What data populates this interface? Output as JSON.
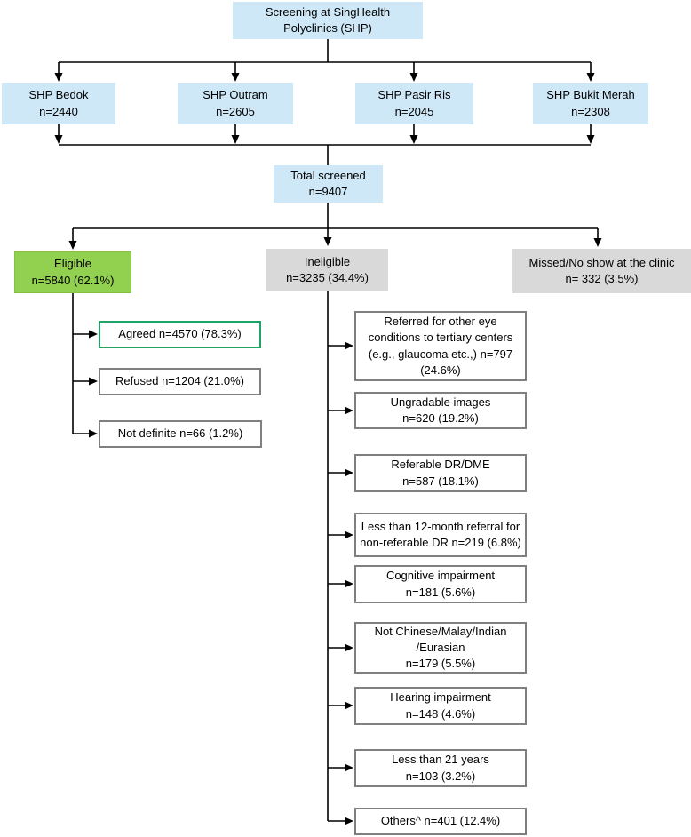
{
  "colors": {
    "lightblue": "#cfe8f7",
    "green_fill": "#92d050",
    "green_edge": "#84bf47",
    "gray_fill": "#d9d9d9",
    "outline_gray": "#7f7f7f",
    "agreed_border": "#21a366",
    "line": "#000000"
  },
  "diagram": {
    "root": {
      "text": "Screening at SingHealth\nPolyclinics (SHP)"
    },
    "clinics": [
      {
        "name": "SHP Bedok",
        "n": 2440,
        "text": "SHP Bedok\nn=2440"
      },
      {
        "name": "SHP Outram",
        "n": 2605,
        "text": "SHP Outram\nn=2605"
      },
      {
        "name": "SHP Pasir Ris",
        "n": 2045,
        "text": "SHP Pasir Ris\nn=2045"
      },
      {
        "name": "SHP Bukit Merah",
        "n": 2308,
        "text": "SHP Bukit Merah\nn=2308"
      }
    ],
    "total": {
      "text": "Total screened\nn=9407",
      "n": 9407
    },
    "branches": {
      "eligible": {
        "text": "Eligible\nn=5840 (62.1%)",
        "n": 5840,
        "pct": "62.1%"
      },
      "ineligible": {
        "text": "Ineligible\nn=3235 (34.4%)",
        "n": 3235,
        "pct": "34.4%"
      },
      "missed": {
        "text": "Missed/No show at the clinic\nn= 332 (3.5%)",
        "n": 332,
        "pct": "3.5%"
      }
    },
    "eligible_outcomes": [
      {
        "text": "Agreed n=4570 (78.3%)",
        "n": 4570,
        "pct": "78.3%"
      },
      {
        "text": "Refused n=1204 (21.0%)",
        "n": 1204,
        "pct": "21.0%"
      },
      {
        "text": "Not definite n=66 (1.2%)",
        "n": 66,
        "pct": "1.2%"
      }
    ],
    "ineligible_reasons": [
      {
        "text": "Referred for other eye\nconditions to tertiary centers\n(e.g., glaucoma etc.,) n=797\n(24.6%)",
        "n": 797,
        "pct": "24.6%"
      },
      {
        "text": "Ungradable images\nn=620 (19.2%)",
        "n": 620,
        "pct": "19.2%"
      },
      {
        "text": "Referable DR/DME\nn=587 (18.1%)",
        "n": 587,
        "pct": "18.1%"
      },
      {
        "text": "Less than 12-month referral for\nnon-referable DR n=219 (6.8%)",
        "n": 219,
        "pct": "6.8%"
      },
      {
        "text": "Cognitive impairment\nn=181 (5.6%)",
        "n": 181,
        "pct": "5.6%"
      },
      {
        "text": "Not Chinese/Malay/Indian\n/Eurasian\nn=179 (5.5%)",
        "n": 179,
        "pct": "5.5%"
      },
      {
        "text": "Hearing impairment\nn=148 (4.6%)",
        "n": 148,
        "pct": "4.6%"
      },
      {
        "text": "Less than 21 years\nn=103 (3.2%)",
        "n": 103,
        "pct": "3.2%"
      },
      {
        "text": "Others^ n=401 (12.4%)",
        "n": 401,
        "pct": "12.4%"
      }
    ]
  }
}
